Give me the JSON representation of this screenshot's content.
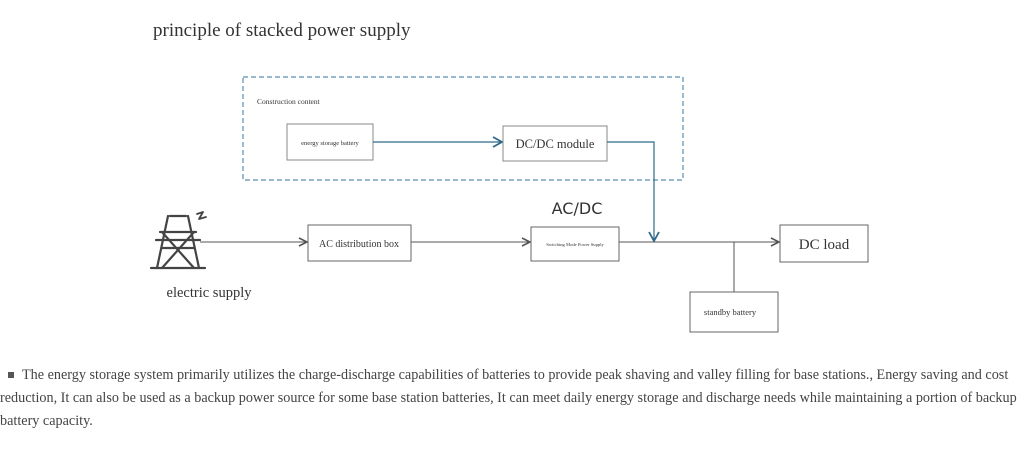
{
  "title": "principle of stacked power supply",
  "diagram": {
    "construction_label": "Construction content",
    "energy_storage_battery": "energy storage battery",
    "dcdc_module": "DC/DC module",
    "acdc_label": "AC/DC",
    "ac_distribution_box": "AC distribution box",
    "switching_mode_power_supply": "Switching Mode Power Supply",
    "dc_load": "DC load",
    "standby_battery": "standby battery",
    "electric_supply": "electric supply",
    "icons": {
      "tower": "power-tower-icon"
    },
    "colors": {
      "accent_arrow": "#2e6b8a",
      "dashed_border": "#5a8db0",
      "line": "#555555"
    }
  },
  "caption": "The energy storage system primarily utilizes the charge-discharge capabilities of batteries to provide peak shaving and valley filling for base stations., Energy saving and cost reduction, It can also be used as a backup power source for some base station batteries, It can meet daily energy storage and discharge needs while maintaining a portion of backup battery capacity."
}
